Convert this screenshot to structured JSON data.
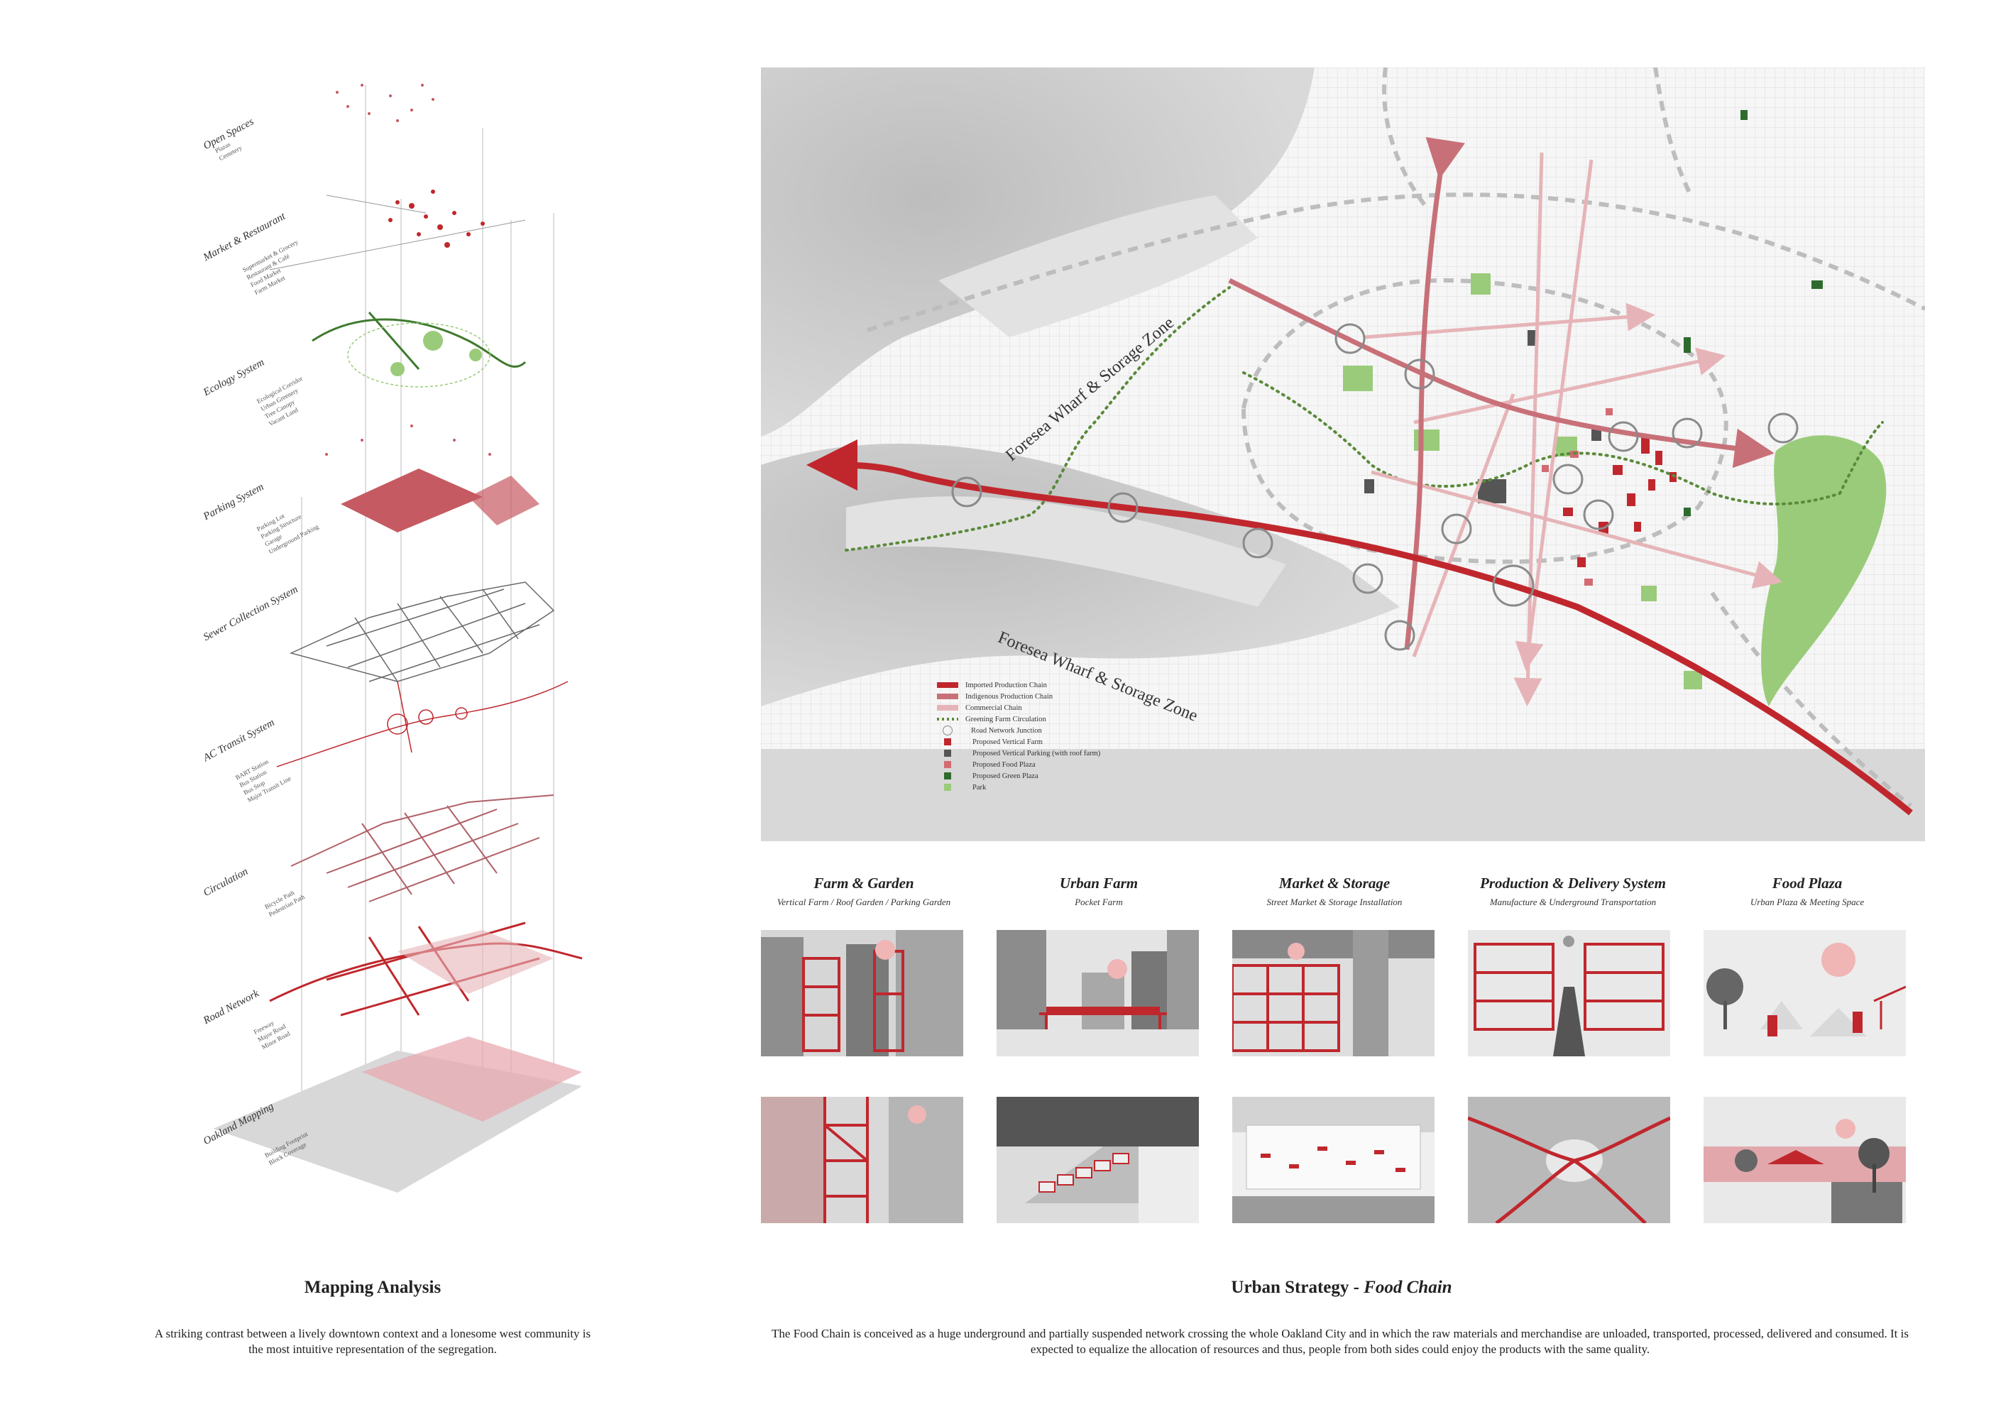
{
  "mapping_layers": [
    {
      "label": "Open Spaces",
      "legend": [
        "Plazas",
        "Cemetery"
      ]
    },
    {
      "label": "Market & Restaurant",
      "legend": [
        "Supermarket & Grocery",
        "Restaurant & Café",
        "Food Market",
        "Farm Market"
      ]
    },
    {
      "label": "Ecology System",
      "legend": [
        "Ecological Corridor",
        "Urban Greenery",
        "Tree Canopy",
        "Vacant Land"
      ]
    },
    {
      "label": "Parking System",
      "legend": [
        "Parking Lot",
        "Parking Structure",
        "Garage",
        "Underground Parking"
      ]
    },
    {
      "label": "Sewer Collection System",
      "legend": []
    },
    {
      "label": "AC Transit System",
      "legend": [
        "BART Station",
        "Bus Station",
        "Bus Stop",
        "Major Transit Line"
      ]
    },
    {
      "label": "Circulation",
      "legend": [
        "Bicycle Path",
        "Pedestrian Path"
      ]
    },
    {
      "label": "Road Network",
      "legend": [
        "Freeway",
        "Major Road",
        "Minor Road"
      ]
    },
    {
      "label": "Oakland Mapping",
      "legend": [
        "Building Footprint",
        "Block Coverage"
      ]
    }
  ],
  "map": {
    "labels": [
      "Foresea Wharf & Storage Zone",
      "Foresea Wharf & Storage Zone"
    ],
    "legend": [
      {
        "label": "Imported Production Chain",
        "color": "#c0272d",
        "kind": "line"
      },
      {
        "label": "Indigenous Production Chain",
        "color": "#c87078",
        "kind": "line"
      },
      {
        "label": "Commercial Chain",
        "color": "#e6b4b8",
        "kind": "line"
      },
      {
        "label": "Greening Farm Circulation",
        "color": "#5a8a3a",
        "kind": "dots"
      },
      {
        "label": "Road Network Junction",
        "color": "#888888",
        "kind": "circle"
      },
      {
        "label": "Proposed Vertical Farm",
        "color": "#c0272d",
        "kind": "square"
      },
      {
        "label": "Proposed Vertical Parking (with roof farm)",
        "color": "#555555",
        "kind": "square"
      },
      {
        "label": "Proposed Food Plaza",
        "color": "#d46a72",
        "kind": "square"
      },
      {
        "label": "Proposed Green Plaza",
        "color": "#2e6b2e",
        "kind": "square"
      },
      {
        "label": "Park",
        "color": "#9acb7a",
        "kind": "square"
      }
    ]
  },
  "strategies": [
    {
      "title": "Farm & Garden",
      "subtitle": "Vertical Farm / Roof Garden / Parking Garden"
    },
    {
      "title": "Urban Farm",
      "subtitle": "Pocket Farm"
    },
    {
      "title": "Market & Storage",
      "subtitle": "Street Market & Storage Installation"
    },
    {
      "title": "Production & Delivery System",
      "subtitle": "Manufacture & Underground Transportation"
    },
    {
      "title": "Food Plaza",
      "subtitle": "Urban Plaza & Meeting Space"
    }
  ],
  "mapping_analysis": {
    "title": "Mapping Analysis",
    "body": "A striking contrast between a lively downtown context and a lonesome west community is the most intuitive representation of the segregation."
  },
  "urban_strategy": {
    "title_prefix": "Urban Strategy - ",
    "title_em": "Food Chain",
    "body": "The Food Chain is conceived as a huge underground and partially suspended network crossing the whole Oakland City and in which the raw materials and merchandise are unloaded, transported, processed, delivered and consumed. It is expected to equalize the allocation of resources and thus, people from both sides could enjoy the products with the same quality."
  },
  "colors": {
    "accent_red": "#c0272d",
    "pink": "#e6b4b8",
    "green": "#5a8a3a",
    "gray": "#9a9a9a"
  }
}
